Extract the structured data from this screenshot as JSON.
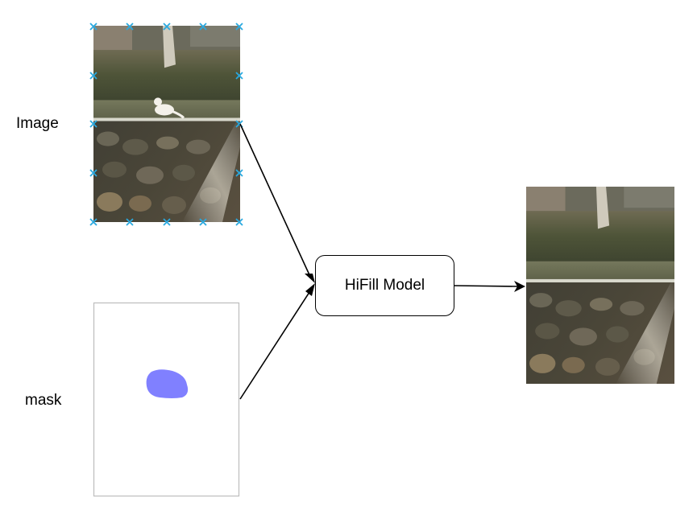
{
  "labels": {
    "image": "Image",
    "mask": "mask",
    "model": "HiFill Model"
  },
  "colors": {
    "handle": "#29a9e0",
    "mask_blob": "#8080ff",
    "mask_border": "#bdbdbd",
    "arrow": "#000000"
  },
  "icons": {
    "handle": "selection-handle-icon",
    "arrowhead": "arrowhead-icon"
  }
}
